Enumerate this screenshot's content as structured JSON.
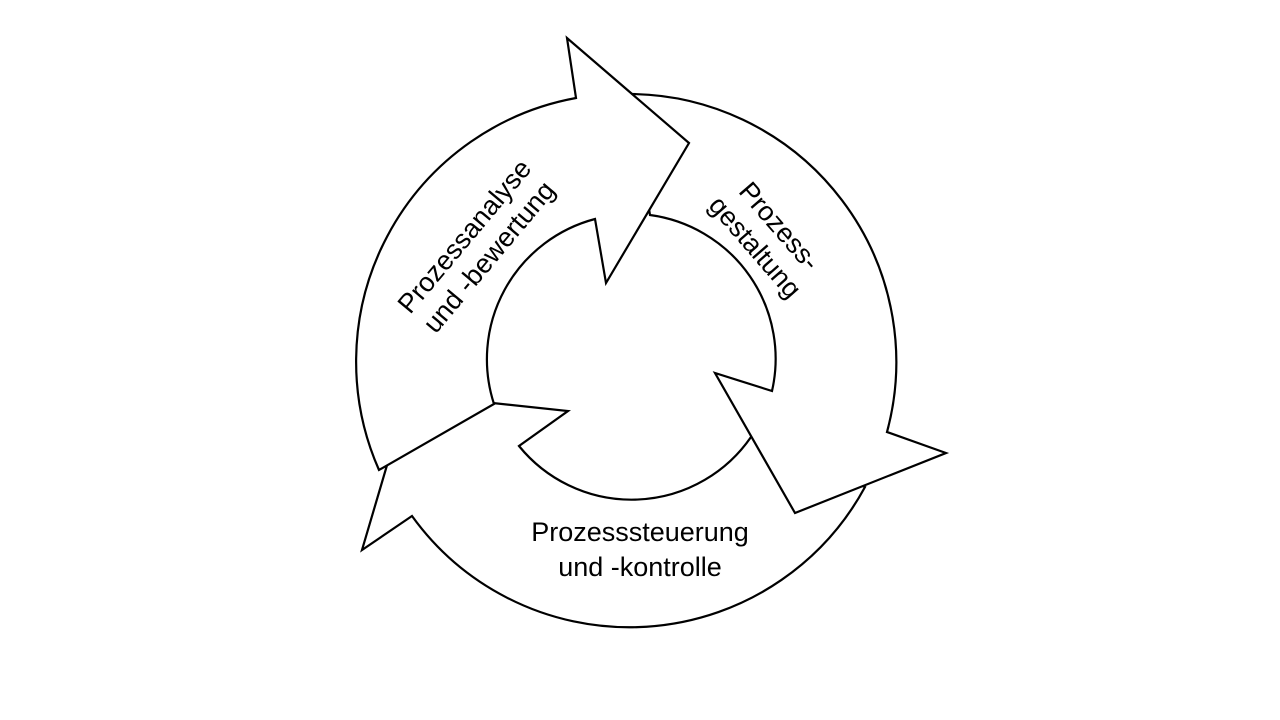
{
  "diagram": {
    "stages": [
      {
        "line1": "Prozessanalyse",
        "line2": "und -bewertung"
      },
      {
        "line1": "Prozess-",
        "line2": "gestaltung"
      },
      {
        "line1": "Prozesssteuerung",
        "line2": "und -kontrolle"
      }
    ],
    "colors": {
      "stroke": "#000000",
      "fill": "#ffffff"
    }
  }
}
